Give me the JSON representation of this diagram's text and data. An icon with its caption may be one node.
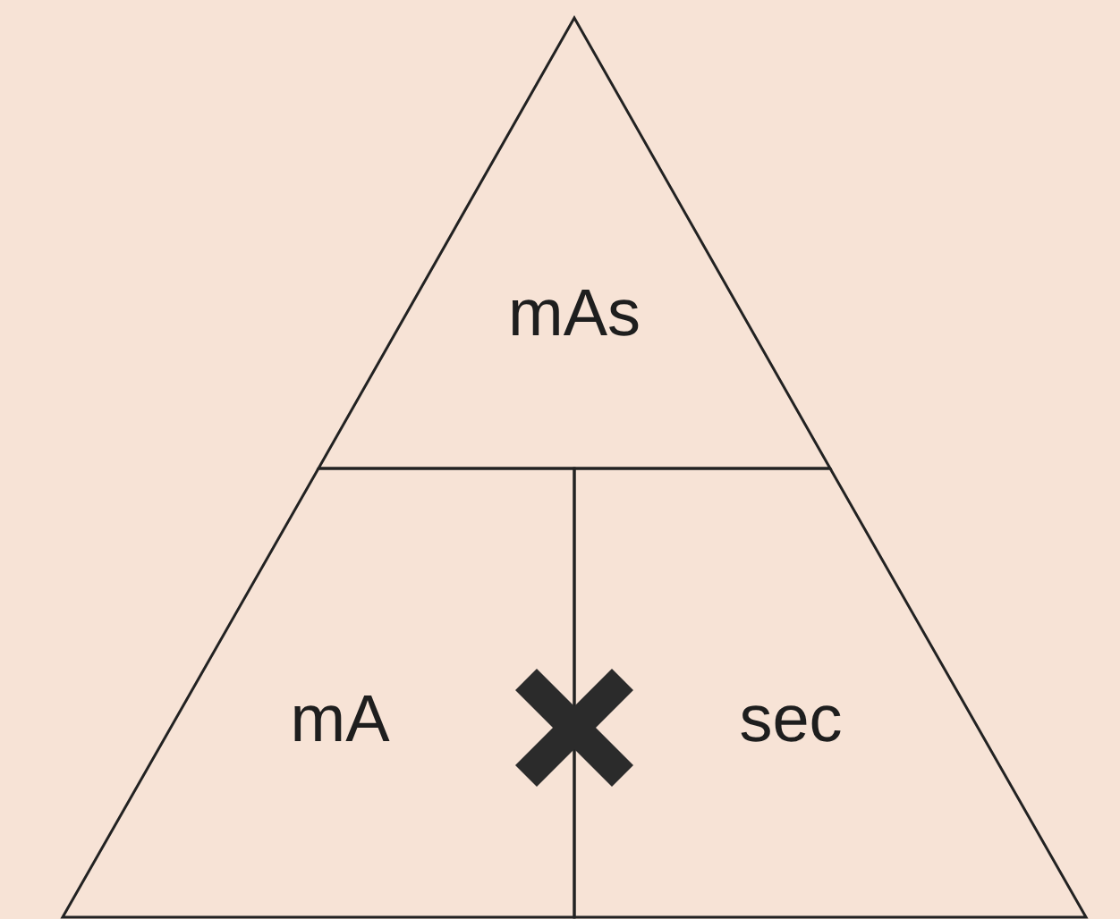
{
  "diagram": {
    "nodes": [
      {
        "text": [
          "mAs"
        ]
      },
      {
        "text": [
          "mA"
        ]
      },
      {
        "text": [
          "sec"
        ]
      }
    ]
  }
}
